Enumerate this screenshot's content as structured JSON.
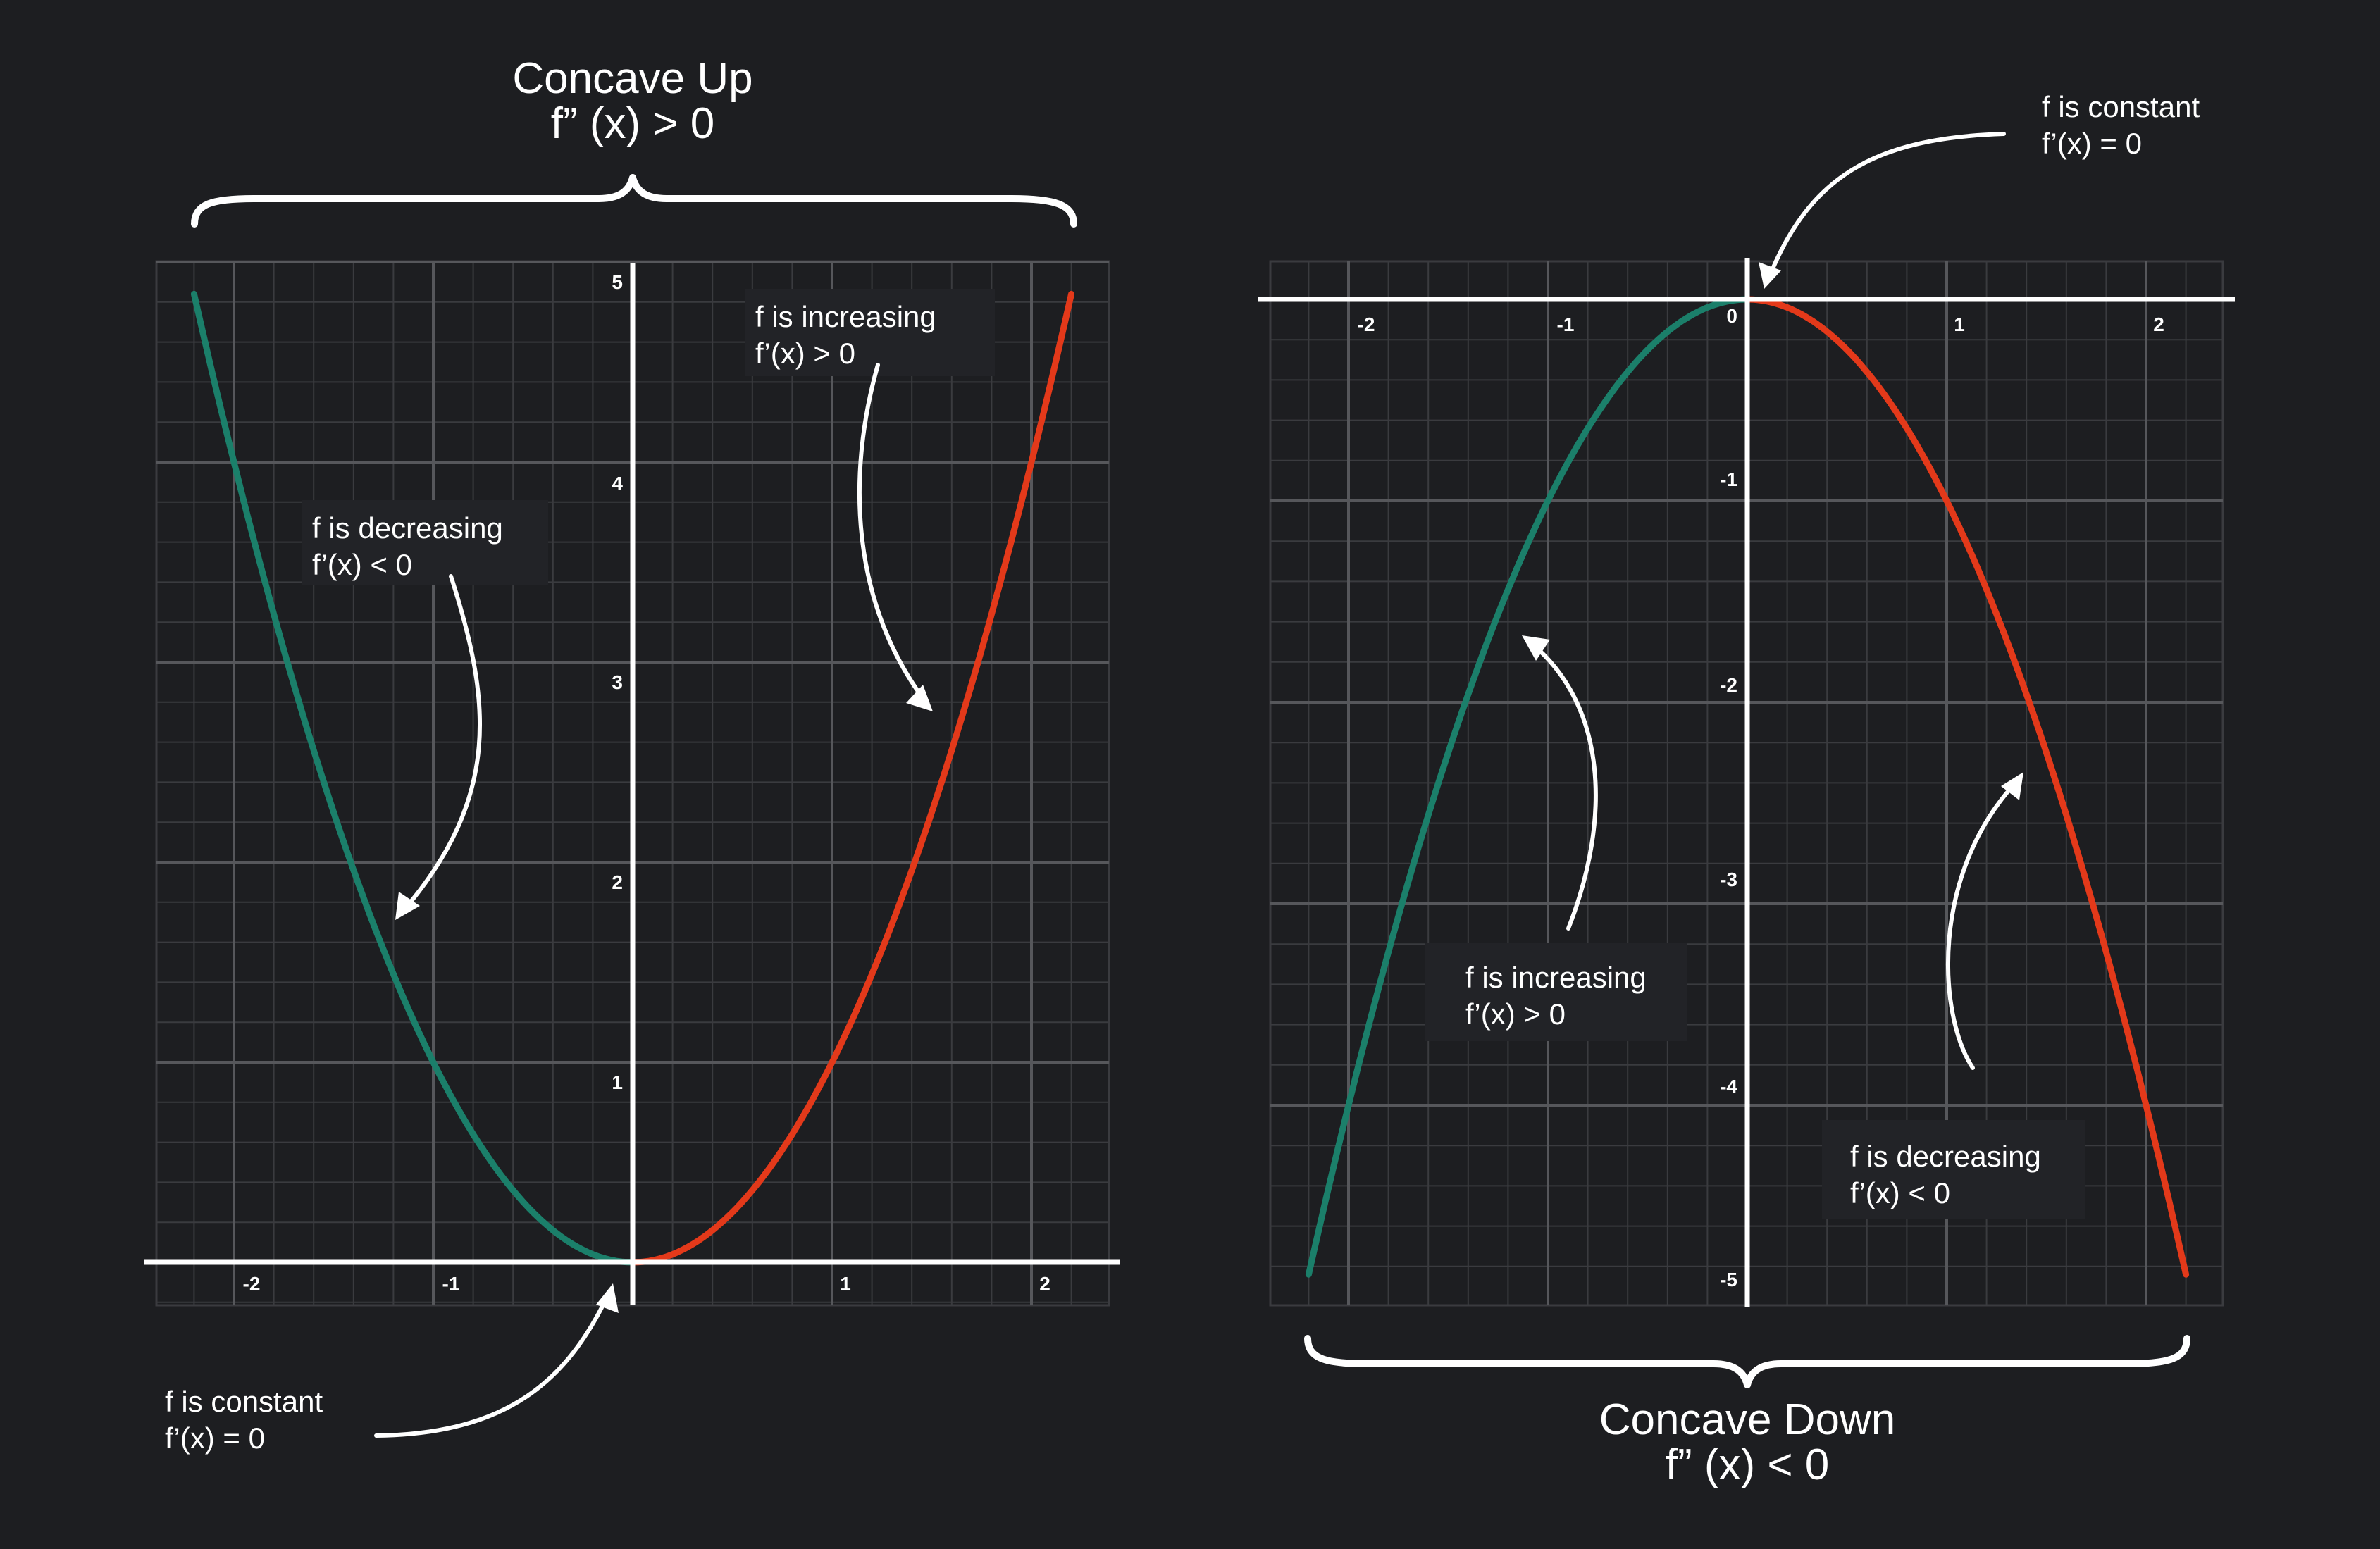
{
  "colors": {
    "background": "#1d1e21",
    "grid_minor": "#3a3b3f",
    "grid_major": "#56575b",
    "axis": "#ffffff",
    "decreasing_segment": "#1b7f6a",
    "increasing_segment": "#e3391a",
    "label_box": "#222327",
    "text": "#ffffff"
  },
  "chart_data": [
    {
      "type": "line",
      "function": "f(x) = x^2",
      "title": "Concave Up",
      "subtitle": "f” (x) > 0",
      "xlim": [
        -2.2,
        2.2
      ],
      "ylim": [
        0,
        5
      ],
      "x_ticks": [
        "-2",
        "-1",
        "1",
        "2"
      ],
      "y_ticks": [
        "1",
        "2",
        "3",
        "4",
        "5"
      ],
      "grid": true,
      "series": [
        {
          "color": "#1b7f6a",
          "x": [
            -2.2,
            -2.0,
            -1.8,
            -1.6,
            -1.4,
            -1.2,
            -1.0,
            -0.8,
            -0.6,
            -0.4,
            -0.2,
            0.0
          ],
          "y": [
            4.84,
            4.0,
            3.24,
            2.56,
            1.96,
            1.44,
            1.0,
            0.64,
            0.36,
            0.16,
            0.04,
            0.0
          ]
        },
        {
          "color": "#e3391a",
          "x": [
            0.0,
            0.2,
            0.4,
            0.6,
            0.8,
            1.0,
            1.2,
            1.4,
            1.6,
            1.8,
            2.0,
            2.2
          ],
          "y": [
            0.0,
            0.04,
            0.16,
            0.36,
            0.64,
            1.0,
            1.44,
            1.96,
            2.56,
            3.24,
            4.0,
            4.84
          ]
        }
      ],
      "annotations": [
        {
          "line1": "f is decreasing",
          "line2": "f’(x) < 0"
        },
        {
          "line1": "f is increasing",
          "line2": "f’(x) > 0"
        },
        {
          "line1": "f is constant",
          "line2": "f’(x)  = 0"
        }
      ]
    },
    {
      "type": "line",
      "function": "f(x) = -x^2",
      "title": "Concave Down",
      "subtitle": "f” (x) < 0",
      "xlim": [
        -2.2,
        2.2
      ],
      "ylim": [
        -5,
        0
      ],
      "x_ticks": [
        "-2",
        "-1",
        "1",
        "2"
      ],
      "y_ticks": [
        "0",
        "-1",
        "-2",
        "-3",
        "-4",
        "-5"
      ],
      "grid": true,
      "series": [
        {
          "color": "#1b7f6a",
          "x": [
            -2.2,
            -2.0,
            -1.8,
            -1.6,
            -1.4,
            -1.2,
            -1.0,
            -0.8,
            -0.6,
            -0.4,
            -0.2,
            0.0
          ],
          "y": [
            -4.84,
            -4.0,
            -3.24,
            -2.56,
            -1.96,
            -1.44,
            -1.0,
            -0.64,
            -0.36,
            -0.16,
            -0.04,
            0.0
          ]
        },
        {
          "color": "#e3391a",
          "x": [
            0.0,
            0.2,
            0.4,
            0.6,
            0.8,
            1.0,
            1.2,
            1.4,
            1.6,
            1.8,
            2.0,
            2.2
          ],
          "y": [
            0.0,
            -0.04,
            -0.16,
            -0.36,
            -0.64,
            -1.0,
            -1.44,
            -1.96,
            -2.56,
            -3.24,
            -4.0,
            -4.84
          ]
        }
      ],
      "annotations": [
        {
          "line1": "f is constant",
          "line2": "f’(x)  = 0"
        },
        {
          "line1": "f is increasing",
          "line2": "f’(x) > 0"
        },
        {
          "line1": "f is decreasing",
          "line2": "f’(x) < 0"
        }
      ]
    }
  ]
}
